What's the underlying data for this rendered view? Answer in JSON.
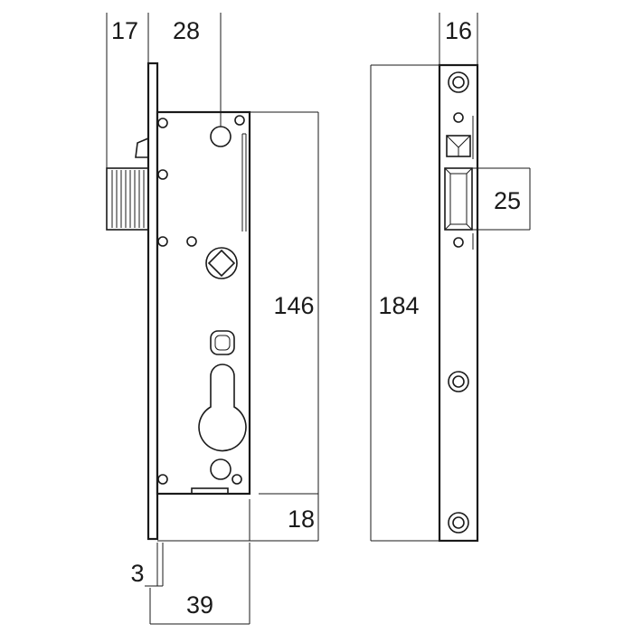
{
  "dimensions": {
    "d17": "17",
    "d28": "28",
    "d16": "16",
    "d25": "25",
    "d146": "146",
    "d184": "184",
    "d18": "18",
    "d3": "3",
    "d39": "39"
  },
  "colors": {
    "line": "#1a1a1a",
    "background": "#ffffff"
  }
}
